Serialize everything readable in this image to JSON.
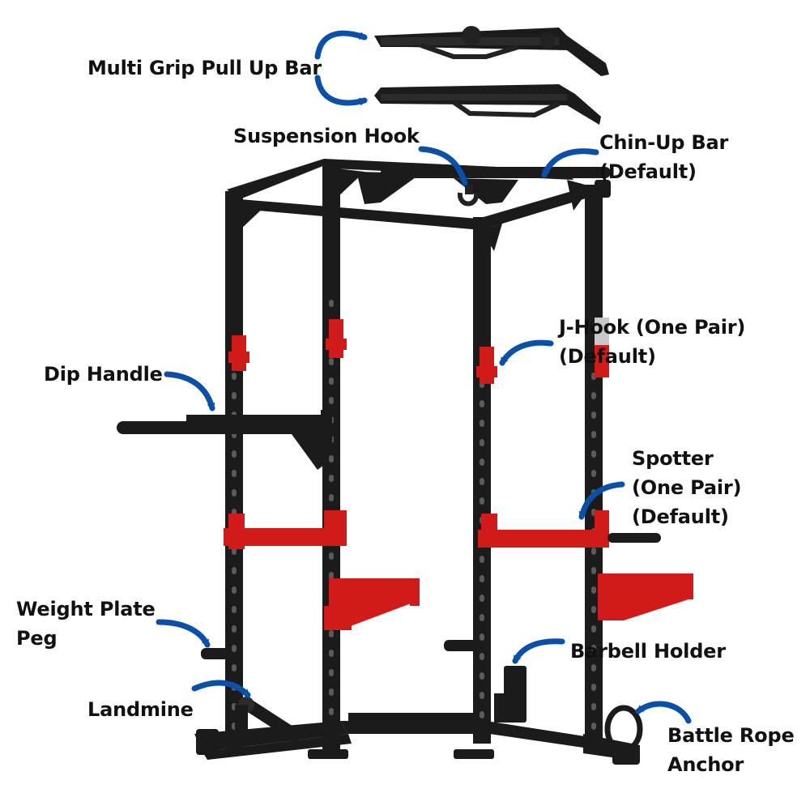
{
  "colors": {
    "frame": "#1b1b1b",
    "frame_edge": "#3a3a3a",
    "accent_red": "#d11a1a",
    "arrow_blue": "#0a4fa8",
    "label_text": "#111111",
    "background": "#ffffff"
  },
  "labels": {
    "multi_grip": {
      "lines": [
        "Multi Grip Pull Up Bar"
      ]
    },
    "suspension_hook": {
      "lines": [
        "Suspension Hook"
      ]
    },
    "chin_up_bar": {
      "lines": [
        "Chin-Up Bar",
        "(Default)"
      ]
    },
    "j_hook": {
      "lines": [
        "J-Hook (One Pair)",
        "(Default)"
      ]
    },
    "dip_handle": {
      "lines": [
        "Dip Handle"
      ]
    },
    "spotter": {
      "lines": [
        "Spotter",
        "(One Pair)",
        "(Default)"
      ]
    },
    "weight_plate_peg": {
      "lines": [
        "Weight Plate",
        "Peg"
      ]
    },
    "barbell_holder": {
      "lines": [
        "Barbell Holder"
      ]
    },
    "landmine": {
      "lines": [
        "Landmine"
      ]
    },
    "battle_rope_anchor": {
      "lines": [
        "Battle Rope",
        "Anchor"
      ]
    }
  }
}
